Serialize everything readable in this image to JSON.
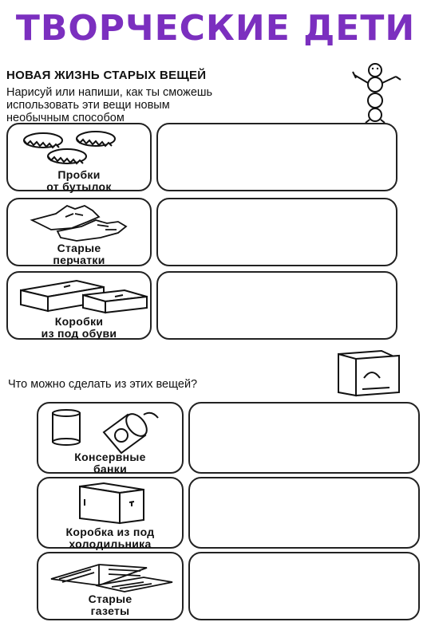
{
  "title": "ТВОРЧЕСКИЕ ДЕТИ",
  "section1": {
    "heading": "НОВАЯ ЖИЗНЬ СТАРЫХ ВЕЩЕЙ",
    "instruction_lines": [
      "Нарисуй или напиши, как ты сможешь",
      "использовать эти вещи новым",
      "необычным способом"
    ],
    "items": [
      {
        "label_lines": [
          "Пробки",
          "от бутылок"
        ],
        "icon": "bottle-caps-icon"
      },
      {
        "label_lines": [
          "Старые",
          "перчатки"
        ],
        "icon": "gloves-icon"
      },
      {
        "label_lines": [
          "Коробки",
          "из под обуви"
        ],
        "icon": "shoe-boxes-icon"
      }
    ]
  },
  "section2": {
    "question": "Что можно сделать из этих вещей?",
    "items": [
      {
        "label_lines": [
          "Консервные",
          "банки"
        ],
        "icon": "cans-icon"
      },
      {
        "label_lines": [
          "Коробка из под",
          "холодильника"
        ],
        "icon": "fridge-box-icon"
      },
      {
        "label_lines": [
          "Старые",
          "газеты"
        ],
        "icon": "newspapers-icon"
      }
    ]
  },
  "decor": {
    "figure_icon": "stick-figure-icon",
    "milk_carton_icon": "milk-carton-icon"
  }
}
